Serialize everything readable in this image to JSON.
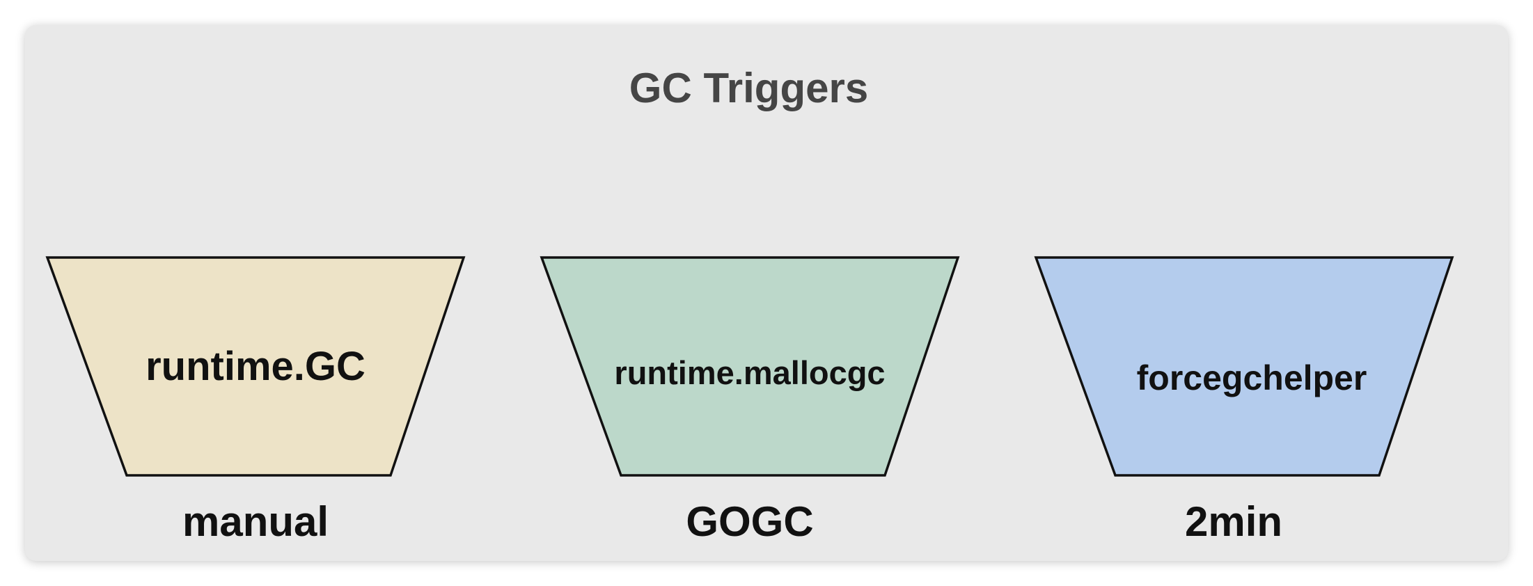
{
  "title": "GC Triggers",
  "triggers": [
    {
      "label": "runtime.GC",
      "caption": "manual",
      "fill": "#ede3c7"
    },
    {
      "label": "runtime.mallocgc",
      "caption": "GOGC",
      "fill": "#bcd8ca"
    },
    {
      "label": "forcegchelper",
      "caption": "2min",
      "fill": "#b4cced"
    }
  ]
}
